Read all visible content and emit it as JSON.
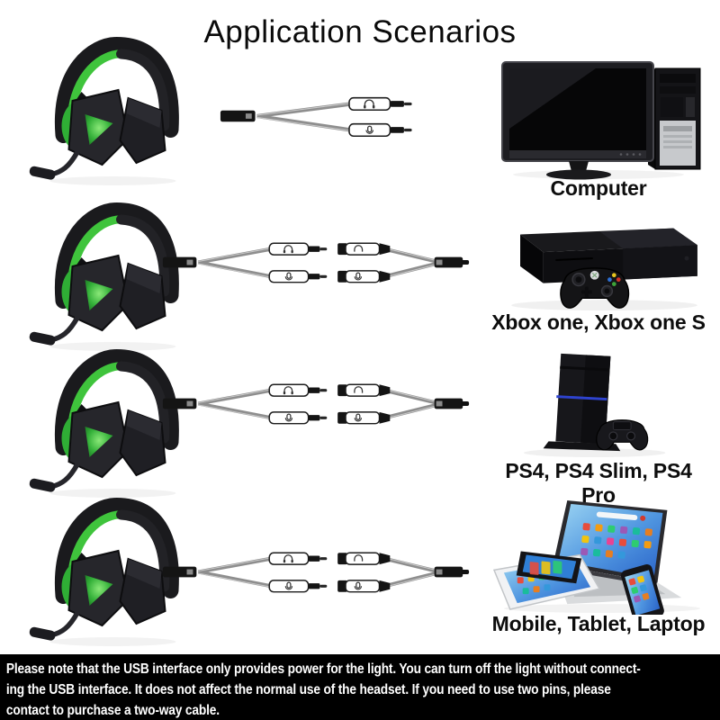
{
  "title": "Application Scenarios",
  "rows": [
    {
      "device_label": "Computer",
      "cable_type": "single-y-splitter"
    },
    {
      "device_label": "Xbox one, Xbox one S",
      "cable_type": "double-y-splitter"
    },
    {
      "device_label": "PS4, PS4 Slim, PS4 Pro",
      "cable_type": "double-y-splitter"
    },
    {
      "device_label": "Mobile, Tablet, Laptop",
      "cable_type": "double-y-splitter"
    }
  ],
  "footer": {
    "lines": [
      "Please note that the USB interface only provides power for the light. You can turn off the light without connect-",
      "ing the USB interface. It does not affect the normal use of the headset. If you need to use two pins, please",
      "contact to purchase a two-way cable."
    ]
  },
  "colors": {
    "headset_green": "#3fc43c",
    "ps4_light_bar": "#2e43cf",
    "footer_bg": "#000000",
    "footer_text": "#ffffff"
  }
}
